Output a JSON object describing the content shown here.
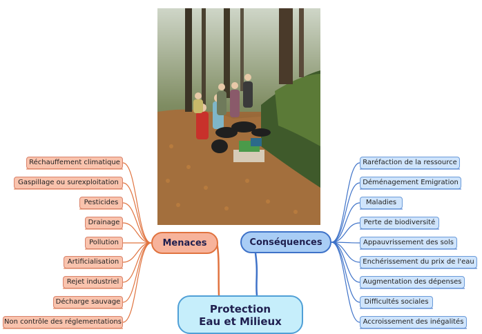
{
  "central_topic": {
    "line1": "Protection",
    "line2": "Eau et Milieux"
  },
  "branches": {
    "menaces": {
      "label": "Menaces",
      "color": "#e0733f",
      "items": [
        "Réchauffement climatique",
        "Gaspillage ou surexploitation",
        "Pesticides",
        "Drainage",
        "Pollution",
        "Artificialisation",
        "Rejet industriel",
        "Décharge sauvage",
        "Non contrôle des réglementations"
      ]
    },
    "consequences": {
      "label": "Conséquences",
      "color": "#3e72c8",
      "items": [
        "Raréfaction de la ressource",
        "Déménagement Emigration",
        "Maladies",
        "Perte de biodiversité",
        "Appauvrissement des sols",
        "Enchérissement du prix de l'eau",
        "Augmentation des dépenses",
        "Difficultés sociales",
        "Accroissement des inégalités"
      ]
    }
  },
  "photo": {
    "subject": "forest-cleanup-group-photo"
  }
}
